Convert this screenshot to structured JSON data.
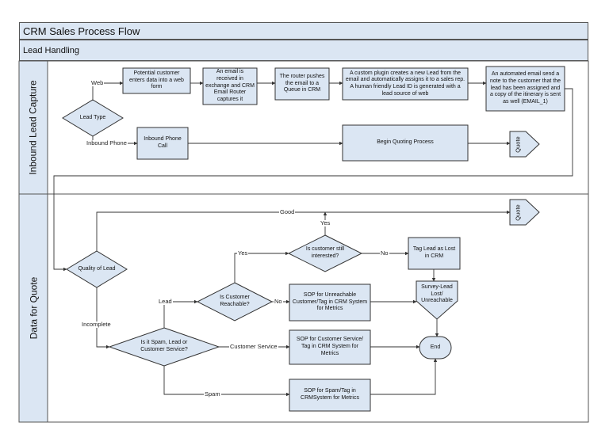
{
  "title": "CRM Sales Process Flow",
  "section": "Lead Handling",
  "lanes": {
    "inbound": "Inbound Lead Capture",
    "quote": "Data for Quote"
  },
  "nodes": {
    "lead_type": "Lead Type",
    "web_form": "Potential customer enters data into a web form",
    "email_received": "An email is received in exchange and CRM Email Router captures it",
    "router_push": "The router pushes the email to a Queue in CRM",
    "plugin": "A custom plugin creates a new Lead from the email and automatically assigns it to a sales rep. A human friendly Lead ID is generated with a lead source of web",
    "auto_email": "An automated email send a note to the customer that the lead has been assigned and a copy of the itinerary is sent as well (EMAIL_1)",
    "phone_call": "Inbound Phone Call",
    "begin_quoting": "Begin Quoting Process",
    "quote_top": "Quote",
    "quote_good": "Quote",
    "quality": "Quality of Lead",
    "still_interested": "Is customer still interested?",
    "tag_lost": "Tag Lead as Lost in CRM",
    "survey": "Survey-Lead Lost/ Unreachable",
    "reachable": "Is Customer Reachable?",
    "sop_unreachable": "SOP for Unreachable Customer/Tag in CRM System for Metrics",
    "spam_lead": "Is it Spam, Lead or Customer Service?",
    "sop_cs": "SOP for Customer Service/ Tag in CRM System for Metrics",
    "end": "End",
    "sop_spam": "SOP for Spam/Tag in CRMSystem for Metrics"
  },
  "edge_labels": {
    "web": "Web",
    "inbound_phone": "Inbound Phone",
    "good": "Good",
    "yes_top": "Yes",
    "yes": "Yes",
    "no_interest": "No",
    "no_reach": "No",
    "lead": "Lead",
    "incomplete": "Incomplete",
    "customer_service": "Customer Service",
    "spam": "Spam"
  },
  "colors": {
    "header_bg": "#dbe6f3",
    "shape_fill": "#dbe6f3",
    "stroke": "#333333"
  }
}
